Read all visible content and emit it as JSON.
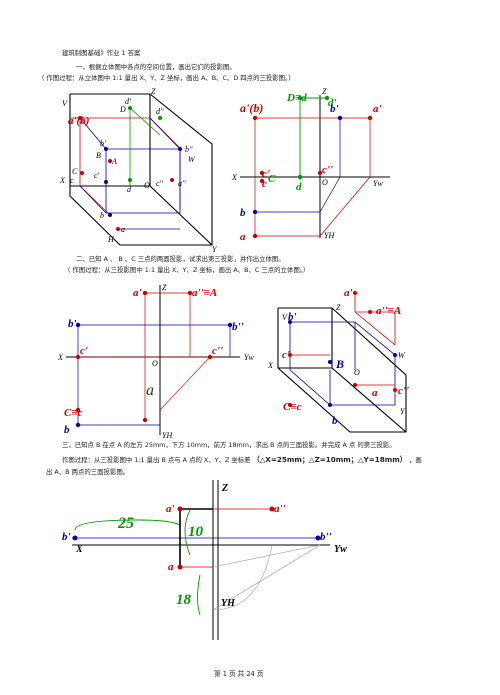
{
  "header": {
    "title": "建筑制图基础》作业 1 答案"
  },
  "q1": {
    "line1": "一、根据立体图中各点的空间位置，画出它们的投影图。",
    "line2": "（ 作图过程：从立体图中 1:1 量出 X、Y、Z 坐标，画出 A、B、C、D 四点的三投影图。）"
  },
  "q2": {
    "line1": "二、已知 A 、 B 、C 三点的两面投影，试求出第三投影，并作出立体图。",
    "line2": "（ 作图过程：从三投影图中 1:1 量出 X、Y、Z 坐标，画出 A、B、C 三点的立体图。）"
  },
  "q3": {
    "line1": "三、已知点 B 在点 A 的左方 25mm，下方 10mm，前方 18mm，求出 B 点的三面投影。并完成 A 点 的第三投影。",
    "line2a": "作图过程：从三投影图中 1:1 量出 B 点与 A 点的 X、Y、Z 坐标差",
    "line2b": "（△X=25mm；△Z=10mm；△Y=18mm）",
    "line2c": "，画",
    "line3": "出 A、B 两点的三面投影图。"
  },
  "footer": {
    "page": "第 1 页 共 24 页"
  },
  "fig1_iso": {
    "V": "V",
    "Z": "Z",
    "W": "W",
    "H": "H",
    "X": "X",
    "Y": "Y",
    "O": "O",
    "a_b": "a'(b)",
    "D": "D",
    "d1": "d'",
    "d2": "d''",
    "b1": "b'",
    "B": "B",
    "A": "A",
    "C": "C",
    "c": "c",
    "c1": "c'",
    "d": "d",
    "c2": "c''",
    "a2": "a''",
    "b2": "b''",
    "b": "b",
    "a": "a"
  },
  "fig1_proj": {
    "a_b": "a'(b)",
    "D_d": "D≡d",
    "d1": "d'",
    "b1": "b'",
    "a1": "a'",
    "Z": "Z",
    "X": "X",
    "O": "O",
    "Yw": "Yw",
    "C": "C",
    "c": "c",
    "c1": "c'",
    "c2": "c''",
    "d": "d",
    "b": "b",
    "a": "a",
    "Yh": "YH"
  },
  "fig2_proj": {
    "Z": "Z",
    "a1": "a'",
    "aA": "a''≡A",
    "b1": "b'",
    "b2": "b''",
    "X": "X",
    "O": "O",
    "Yw": "Yw",
    "c1": "c'",
    "c2": "c''",
    "C": "C≡c",
    "a": "a",
    "b": "b",
    "Yh": "YH"
  },
  "fig2_iso": {
    "a1": "a'",
    "aA": "a''≡A",
    "b1": "b'",
    "V": "V",
    "Z": "Z",
    "X": "X",
    "O": "O",
    "B": "B",
    "c1": "c'",
    "W": "W",
    "C": "C≡c",
    "a": "a",
    "c": "c''",
    "b": "b",
    "Y": "Y"
  },
  "fig3": {
    "Z": "Z",
    "a1": "a'",
    "a2": "a''",
    "b1": "b'",
    "b2": "b''",
    "X": "X",
    "Yw": "Yw",
    "a": "a",
    "Yh": "YH",
    "d25": "25",
    "d10": "10",
    "d18": "18"
  }
}
